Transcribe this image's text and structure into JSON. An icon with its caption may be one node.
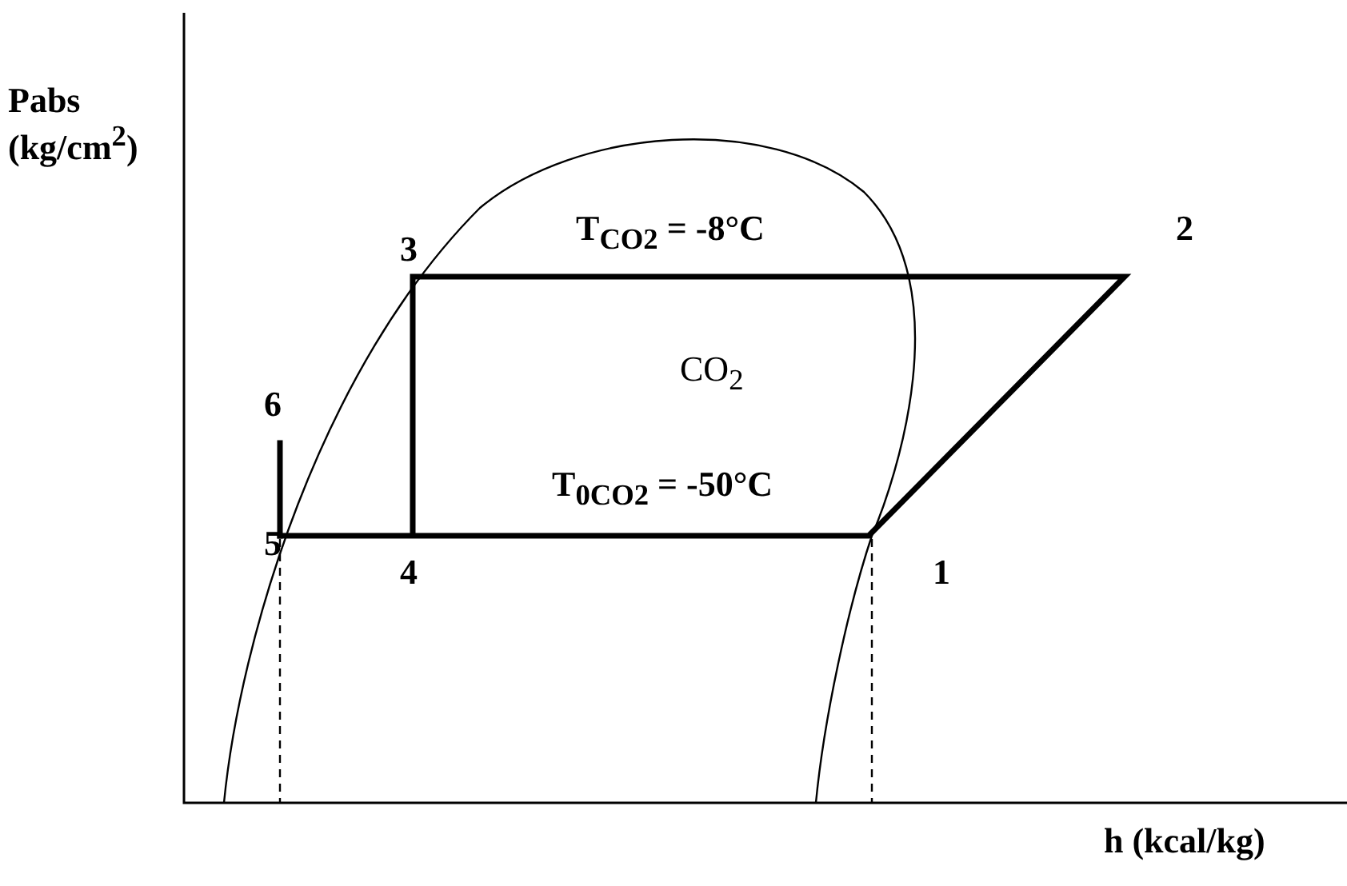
{
  "diagram": {
    "labels": [
      "Pabs (kg/cm$^{2}$)",
      "T$_{CO2}$ = -8°C",
      "2",
      "3",
      "CO$_{2}$",
      "6",
      "T$_{0CO2}$ = -50°C",
      "5",
      "4",
      "1",
      "h (kcal/kg)"
    ]
  }
}
